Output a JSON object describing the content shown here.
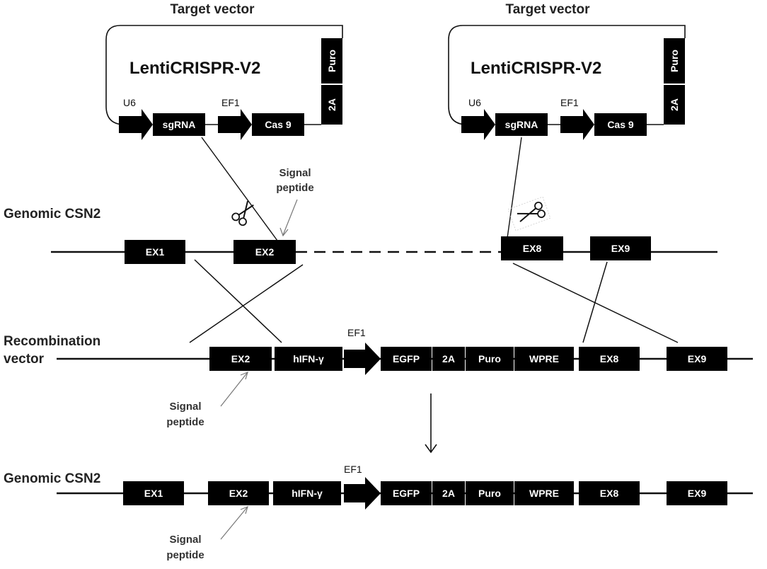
{
  "vectors": [
    {
      "title": "Target vector",
      "name": "LentiCRISPR-V2",
      "promoter_u6": "U6",
      "sgrna": "sgRNA",
      "promoter_ef1": "EF1",
      "cas9": "Cas 9",
      "puro": "Puro",
      "twoA": "2A"
    },
    {
      "title": "Target vector",
      "name": "LentiCRISPR-V2",
      "promoter_u6": "U6",
      "sgrna": "sgRNA",
      "promoter_ef1": "EF1",
      "cas9": "Cas 9",
      "puro": "Puro",
      "twoA": "2A"
    }
  ],
  "genomic": {
    "label": "Genomic CSN2",
    "exons": [
      "EX1",
      "EX2",
      "EX8",
      "EX9"
    ],
    "signal_note": [
      "Signal",
      "peptide"
    ],
    "scissors_icons": [
      "scissors-icon",
      "scissors-icon"
    ]
  },
  "recombination": {
    "label_line1": "Recombination",
    "label_line2": "vector",
    "promoter": "EF1",
    "boxes": [
      "EX2",
      "hIFN-γ",
      "EGFP",
      "2A",
      "Puro",
      "WPRE",
      "EX8",
      "EX9"
    ],
    "signal_note": [
      "Signal",
      "peptide"
    ]
  },
  "result": {
    "label": "Genomic CSN2",
    "promoter": "EF1",
    "boxes": [
      "EX1",
      "EX2",
      "hIFN-γ",
      "EGFP",
      "2A",
      "Puro",
      "WPRE",
      "EX8",
      "EX9"
    ],
    "signal_note": [
      "Signal",
      "peptide"
    ]
  }
}
